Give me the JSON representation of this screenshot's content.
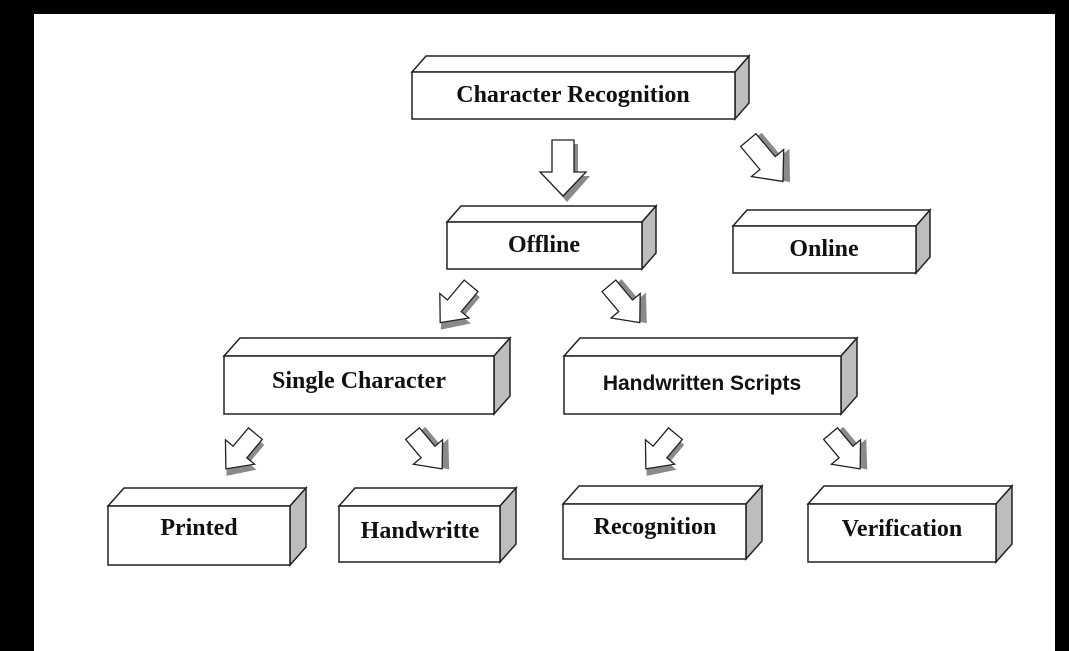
{
  "diagram": {
    "nodes": {
      "root": "Character Recognition",
      "offline": "Offline",
      "online": "Online",
      "single_character": "Single Character",
      "handwritten_scripts": "Handwritten Scripts",
      "printed": "Printed",
      "handwritte": "Handwritte",
      "recognition": "Recognition",
      "verification": "Verification"
    },
    "edges": [
      [
        "Character Recognition",
        "Offline"
      ],
      [
        "Character Recognition",
        "Online"
      ],
      [
        "Offline",
        "Single Character"
      ],
      [
        "Offline",
        "Handwritten Scripts"
      ],
      [
        "Single Character",
        "Printed"
      ],
      [
        "Single Character",
        "Handwritte"
      ],
      [
        "Handwritten Scripts",
        "Recognition"
      ],
      [
        "Handwritten Scripts",
        "Verification"
      ]
    ],
    "colors": {
      "box_fill": "#ffffff",
      "box_side": "#bdbdbd",
      "frame": "#000000"
    }
  }
}
